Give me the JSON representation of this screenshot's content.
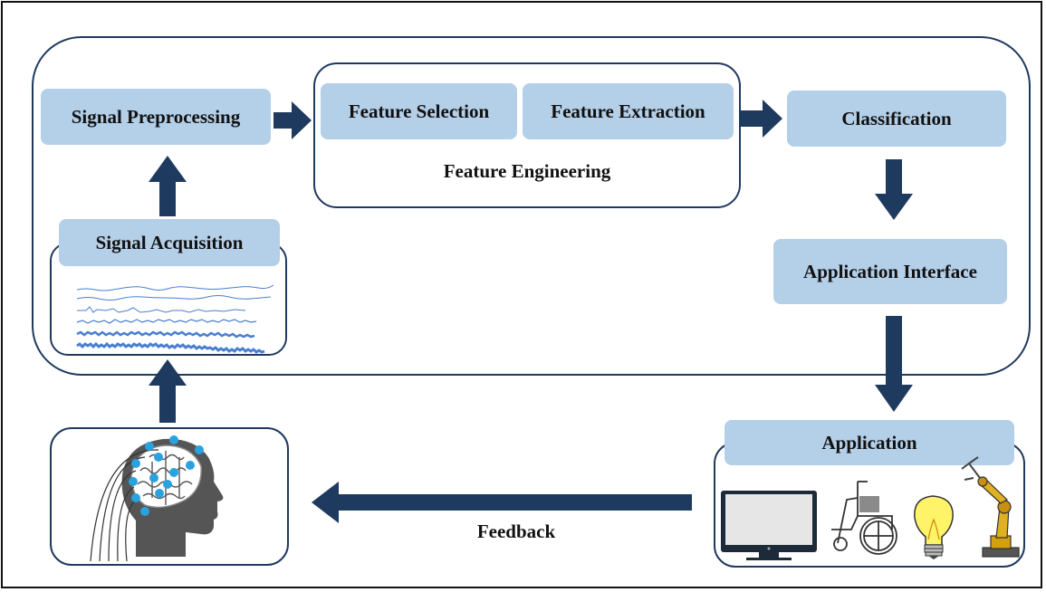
{
  "diagram": {
    "signal_preprocessing": "Signal Preprocessing",
    "feature_selection": "Feature Selection",
    "feature_extraction": "Feature Extraction",
    "feature_engineering": "Feature Engineering",
    "classification": "Classification",
    "application_interface": "Application Interface",
    "signal_acquisition": "Signal Acquisition",
    "application": "Application",
    "feedback": "Feedback"
  },
  "colors": {
    "arrow": "#1f3a5f",
    "box_fill": "#b4cfe8",
    "electrode": "#29a3e0",
    "signal_trace": "#4a7fd0"
  },
  "icons": [
    "monitor-icon",
    "wheelchair-icon",
    "lightbulb-icon",
    "robot-arm-icon",
    "head-eeg-icon"
  ]
}
